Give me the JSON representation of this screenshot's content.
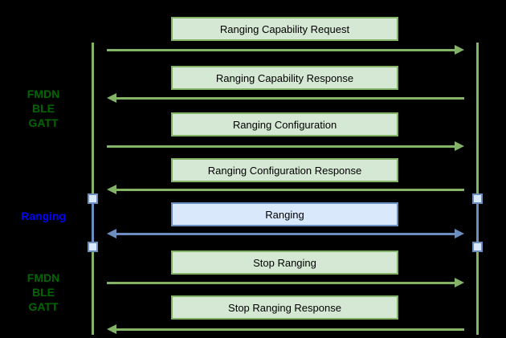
{
  "palette": {
    "background": "#000000",
    "green": "#82b366",
    "greenFill": "#d5e8d4",
    "blue": "#6c8ebf",
    "blueFill": "#dae8fc",
    "labelGreen": "#006600",
    "labelBlue": "#0000ff"
  },
  "side_labels": [
    {
      "lines": [
        "FMDN",
        "BLE",
        "GATT"
      ],
      "color": "green"
    },
    {
      "lines": [
        "Ranging"
      ],
      "color": "blue"
    },
    {
      "lines": [
        "FMDN",
        "BLE",
        "GATT"
      ],
      "color": "green"
    }
  ],
  "messages": [
    {
      "label": "Ranging Capability Request",
      "direction": "right",
      "theme": "green"
    },
    {
      "label": "Ranging Capability Response",
      "direction": "left",
      "theme": "green"
    },
    {
      "label": "Ranging Configuration",
      "direction": "right",
      "theme": "green"
    },
    {
      "label": "Ranging Configuration Response",
      "direction": "left",
      "theme": "green"
    },
    {
      "label": "Ranging",
      "direction": "both",
      "theme": "blue"
    },
    {
      "label": "Stop Ranging",
      "direction": "right",
      "theme": "green"
    },
    {
      "label": "Stop Ranging Response",
      "direction": "left",
      "theme": "green"
    }
  ]
}
